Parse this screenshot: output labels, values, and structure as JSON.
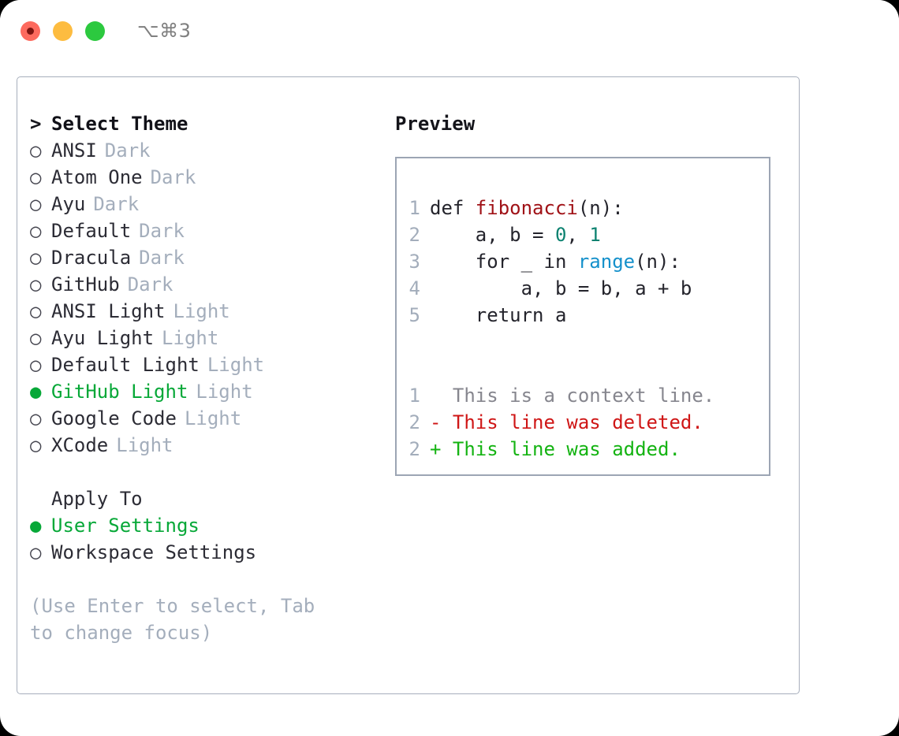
{
  "titlebar": {
    "shortcut": "⌥⌘3",
    "buttons": [
      "close",
      "minimize",
      "zoom"
    ]
  },
  "theme_list": {
    "header_marker": ">",
    "header_label": "Select Theme",
    "marker_unselected": "○",
    "marker_selected": "●",
    "items": [
      {
        "name": "ANSI",
        "variant": "Dark",
        "selected": false
      },
      {
        "name": "Atom One",
        "variant": "Dark",
        "selected": false
      },
      {
        "name": "Ayu",
        "variant": "Dark",
        "selected": false
      },
      {
        "name": "Default",
        "variant": "Dark",
        "selected": false
      },
      {
        "name": "Dracula",
        "variant": "Dark",
        "selected": false
      },
      {
        "name": "GitHub",
        "variant": "Dark",
        "selected": false
      },
      {
        "name": "ANSI Light",
        "variant": "Light",
        "selected": false
      },
      {
        "name": "Ayu Light",
        "variant": "Light",
        "selected": false
      },
      {
        "name": "Default Light",
        "variant": "Light",
        "selected": false
      },
      {
        "name": "GitHub Light",
        "variant": "Light",
        "selected": true
      },
      {
        "name": "Google Code",
        "variant": "Light",
        "selected": false
      },
      {
        "name": "XCode",
        "variant": "Light",
        "selected": false
      }
    ]
  },
  "apply_to": {
    "header_label": "Apply To",
    "items": [
      {
        "name": "User Settings",
        "selected": true
      },
      {
        "name": "Workspace Settings",
        "selected": false
      }
    ]
  },
  "hint": "(Use Enter to select, Tab to change focus)",
  "preview": {
    "title": "Preview",
    "code_lines": [
      {
        "no": "1",
        "tokens": [
          {
            "t": "def ",
            "k": "plain"
          },
          {
            "t": "fibonacci",
            "k": "fn"
          },
          {
            "t": "(n):",
            "k": "plain"
          }
        ]
      },
      {
        "no": "2",
        "tokens": [
          {
            "t": "    a, b = ",
            "k": "plain"
          },
          {
            "t": "0",
            "k": "num"
          },
          {
            "t": ", ",
            "k": "plain"
          },
          {
            "t": "1",
            "k": "num"
          }
        ]
      },
      {
        "no": "3",
        "tokens": [
          {
            "t": "    for _ in ",
            "k": "plain"
          },
          {
            "t": "range",
            "k": "call"
          },
          {
            "t": "(n):",
            "k": "plain"
          }
        ]
      },
      {
        "no": "4",
        "tokens": [
          {
            "t": "        a, b = b, a + b",
            "k": "plain"
          }
        ]
      },
      {
        "no": "5",
        "tokens": [
          {
            "t": "    return a",
            "k": "plain"
          }
        ]
      }
    ],
    "diff_lines": [
      {
        "no": "1",
        "sign": " ",
        "text": " This is a context line.",
        "kind": "ctx"
      },
      {
        "no": "2",
        "sign": "-",
        "text": " This line was deleted.",
        "kind": "del"
      },
      {
        "no": "2",
        "sign": "+",
        "text": " This line was added.",
        "kind": "add"
      }
    ]
  },
  "colors": {
    "accent_green": "#07a838",
    "muted": "#a4aebc",
    "text": "#2c2c35",
    "border": "#a7aebc",
    "syntax_function": "#a01217",
    "syntax_number": "#0c8270",
    "syntax_call": "#1490cb",
    "diff_deleted": "#cf1616",
    "diff_added": "#14b312",
    "traffic_red": "#fd6a5e",
    "traffic_yellow": "#fdbc40",
    "traffic_green": "#2cc93f"
  }
}
